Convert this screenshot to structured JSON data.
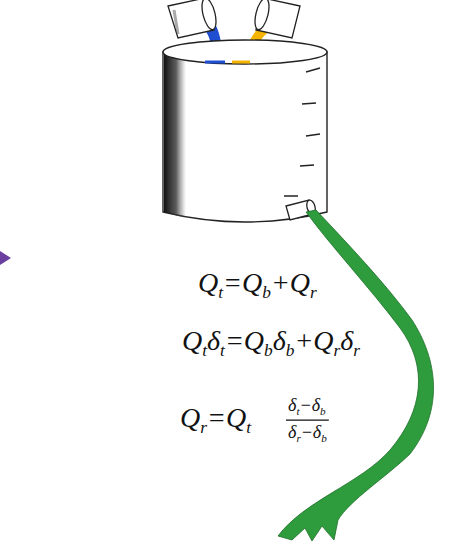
{
  "diagram": {
    "labels": [
      "Qt=Qb+Qr",
      "Qtδt=Qbδb+Qrδr",
      "Qr=Qt",
      "δt−δb",
      "δr−δb"
    ]
  }
}
